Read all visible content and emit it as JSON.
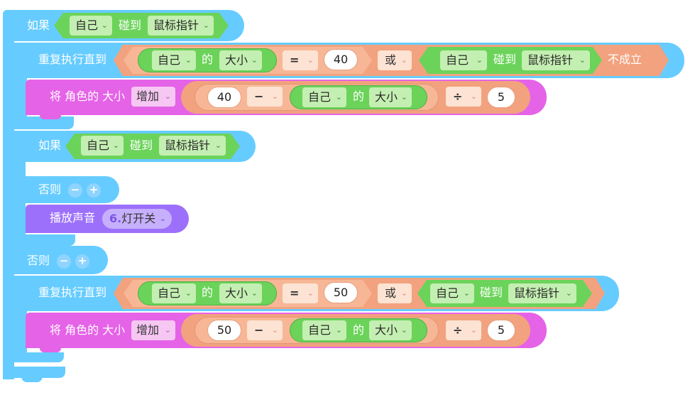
{
  "colors": {
    "control": "#66ccff",
    "sensing": "#6bd35a",
    "operator": "#f2a27e",
    "looks": "#e563e7",
    "sound": "#9d70fb"
  },
  "icons": {
    "chevron": "⌄"
  },
  "if1": {
    "label": "如果",
    "sprite": "自己",
    "verb": "碰到",
    "target": "鼠标指针"
  },
  "repeat1": {
    "label": "重复执行直到",
    "left": {
      "sprite": "自己",
      "of": "的",
      "prop": "大小"
    },
    "eq": "=",
    "value": "40",
    "or": "或",
    "right": {
      "sprite": "自己",
      "verb": "碰到",
      "target": "鼠标指针",
      "suffix": "不成立"
    }
  },
  "change1": {
    "label1": "将 角色的 大小",
    "mode": "增加",
    "a": "40",
    "minus": "−",
    "sprite": "自己",
    "of": "的",
    "prop": "大小",
    "div": "÷",
    "b": "5"
  },
  "if2": {
    "label": "如果",
    "sprite": "自己",
    "verb": "碰到",
    "target": "鼠标指针",
    "else": "否则",
    "minus": "−",
    "plus": "+"
  },
  "sound": {
    "label": "播放声音",
    "num": "6.",
    "name": "灯开关"
  },
  "else1": {
    "label": "否则",
    "minus": "−",
    "plus": "+"
  },
  "repeat2": {
    "label": "重复执行直到",
    "left": {
      "sprite": "自己",
      "of": "的",
      "prop": "大小"
    },
    "eq": "=",
    "value": "50",
    "or": "或",
    "right": {
      "sprite": "自己",
      "verb": "碰到",
      "target": "鼠标指针"
    }
  },
  "change2": {
    "label1": "将 角色的 大小",
    "mode": "增加",
    "a": "50",
    "minus": "−",
    "sprite": "自己",
    "of": "的",
    "prop": "大小",
    "div": "÷",
    "b": "5"
  }
}
